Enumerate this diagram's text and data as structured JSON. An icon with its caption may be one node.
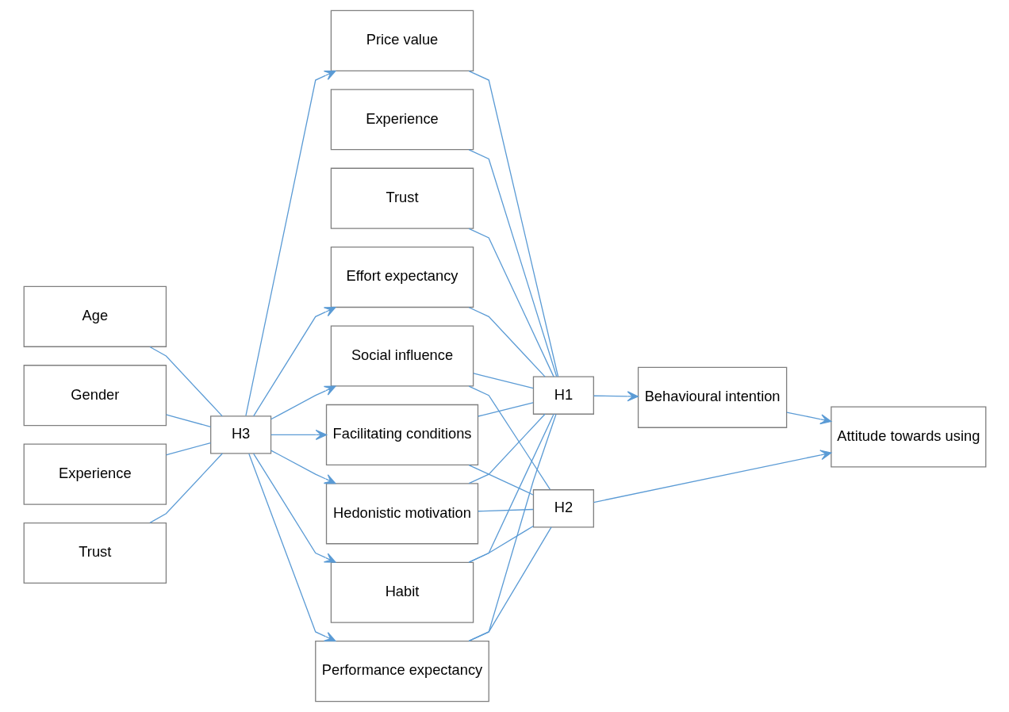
{
  "diagram": {
    "nodes": [
      {
        "text": [
          "Age"
        ]
      },
      {
        "text": [
          "Gender"
        ]
      },
      {
        "text": [
          "Experience"
        ]
      },
      {
        "text": [
          "Trust"
        ]
      },
      {
        "text": [
          "H3"
        ]
      },
      {
        "text": [
          "Performance expectancy"
        ]
      },
      {
        "text": [
          "Effort expectancy"
        ]
      },
      {
        "text": [
          "Social influence"
        ]
      },
      {
        "text": [
          "Facilitating conditions"
        ]
      },
      {
        "text": [
          "Hedonistic motivation"
        ]
      },
      {
        "text": [
          "Price value"
        ]
      },
      {
        "text": [
          "Habit"
        ]
      },
      {
        "text": [
          "Experience"
        ]
      },
      {
        "text": [
          "Trust"
        ]
      },
      {
        "text": [
          "H1"
        ]
      },
      {
        "text": [
          "Behavioural intention"
        ]
      },
      {
        "text": [
          "H2"
        ]
      },
      {
        "text": [
          "Attitude towards using"
        ]
      }
    ],
    "edges": [
      {
        "from": 0,
        "to": 4,
        "arrow": "none"
      },
      {
        "from": 1,
        "to": 4,
        "arrow": "none"
      },
      {
        "from": 2,
        "to": 4,
        "arrow": "none"
      },
      {
        "from": 3,
        "to": 4,
        "arrow": "none"
      },
      {
        "from": 4,
        "to": 5,
        "arrow": "to"
      },
      {
        "from": 4,
        "to": 6,
        "arrow": "to"
      },
      {
        "from": 4,
        "to": 7,
        "arrow": "to"
      },
      {
        "from": 4,
        "to": 8,
        "arrow": "to"
      },
      {
        "from": 4,
        "to": 9,
        "arrow": "to"
      },
      {
        "from": 4,
        "to": 10,
        "arrow": "to"
      },
      {
        "from": 4,
        "to": 11,
        "arrow": "to"
      },
      {
        "from": 5,
        "to": 14,
        "arrow": "none"
      },
      {
        "from": 6,
        "to": 14,
        "arrow": "none"
      },
      {
        "from": 7,
        "to": 14,
        "arrow": "none"
      },
      {
        "from": 8,
        "to": 14,
        "arrow": "none"
      },
      {
        "from": 9,
        "to": 14,
        "arrow": "none"
      },
      {
        "from": 10,
        "to": 14,
        "arrow": "none"
      },
      {
        "from": 11,
        "to": 14,
        "arrow": "none"
      },
      {
        "from": 12,
        "to": 14,
        "arrow": "none"
      },
      {
        "from": 13,
        "to": 14,
        "arrow": "none"
      },
      {
        "from": 14,
        "to": 15,
        "arrow": "to"
      },
      {
        "from": 15,
        "to": 17,
        "arrow": "to"
      },
      {
        "from": 5,
        "to": 16,
        "arrow": "none"
      },
      {
        "from": 7,
        "to": 16,
        "arrow": "none"
      },
      {
        "from": 8,
        "to": 16,
        "arrow": "none"
      },
      {
        "from": 9,
        "to": 16,
        "arrow": "none"
      },
      {
        "from": 11,
        "to": 16,
        "arrow": "none"
      },
      {
        "from": 16,
        "to": 17,
        "arrow": "to"
      }
    ]
  }
}
